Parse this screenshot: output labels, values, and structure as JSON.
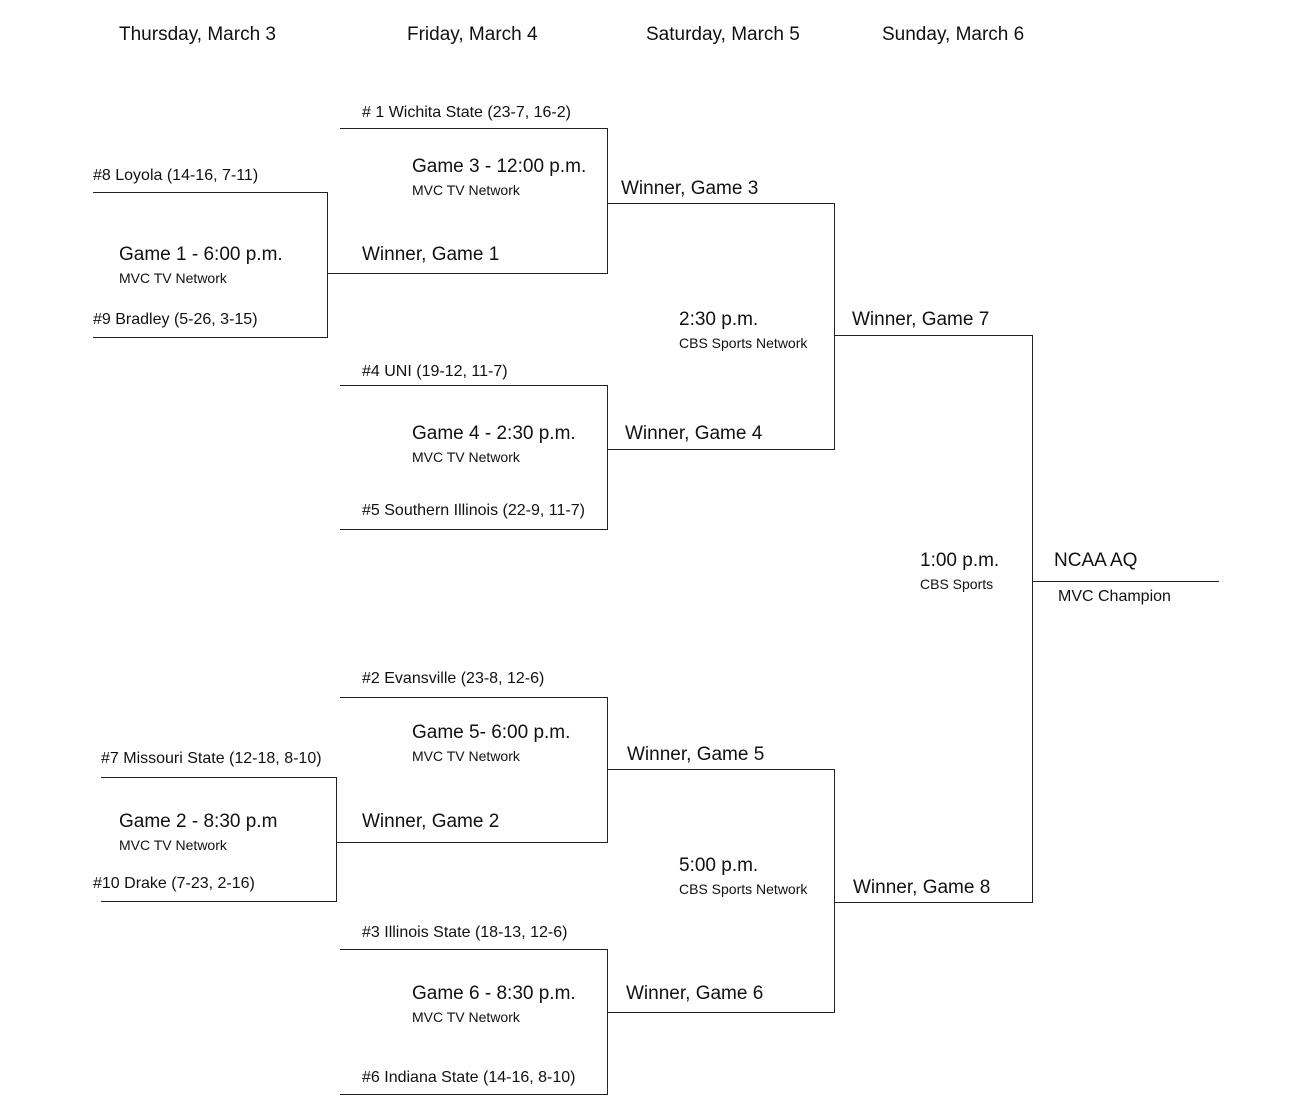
{
  "headers": {
    "thu": "Thursday, March 3",
    "fri": "Friday, March 4",
    "sat": "Saturday, March 5",
    "sun": "Sunday, March 6"
  },
  "teams": {
    "wichita": "# 1 Wichita State (23-7, 16-2)",
    "loyola": "#8 Loyola (14-16, 7-11)",
    "bradley": "#9 Bradley (5-26, 3-15)",
    "uni": "#4 UNI (19-12, 11-7)",
    "siu": "#5 Southern Illinois (22-9, 11-7)",
    "evansville": "#2 Evansville (23-8, 12-6)",
    "missouri": "#7 Missouri State (12-18, 8-10)",
    "drake": "#10 Drake (7-23, 2-16)",
    "illinois": "#3 Illinois State (18-13, 12-6)",
    "indiana": "#6 Indiana State (14-16, 8-10)"
  },
  "games": {
    "g1": {
      "title": "Game 1 - 6:00 p.m.",
      "network": "MVC TV Network"
    },
    "g2": {
      "title": "Game 2 - 8:30 p.m",
      "network": "MVC TV Network"
    },
    "g3": {
      "title": "Game 3 - 12:00 p.m.",
      "network": "MVC TV Network"
    },
    "g4": {
      "title": "Game 4 - 2:30 p.m.",
      "network": "MVC TV Network"
    },
    "g5": {
      "title": "Game 5- 6:00 p.m.",
      "network": "MVC TV Network"
    },
    "g6": {
      "title": "Game 6 - 8:30 p.m.",
      "network": "MVC TV Network"
    },
    "g7": {
      "time": "2:30 p.m.",
      "network": "CBS Sports Network"
    },
    "g8": {
      "time": "5:00 p.m.",
      "network": "CBS Sports Network"
    },
    "final": {
      "time": "1:00 p.m.",
      "network": "CBS Sports"
    }
  },
  "winners": {
    "w1": "Winner, Game 1",
    "w2": "Winner, Game 2",
    "w3": "Winner, Game 3",
    "w4": "Winner, Game 4",
    "w5": "Winner, Game 5",
    "w6": "Winner, Game 6",
    "w7": "Winner, Game 7",
    "w8": "Winner, Game 8"
  },
  "champion": {
    "label": "NCAA AQ",
    "sublabel": "MVC Champion"
  }
}
